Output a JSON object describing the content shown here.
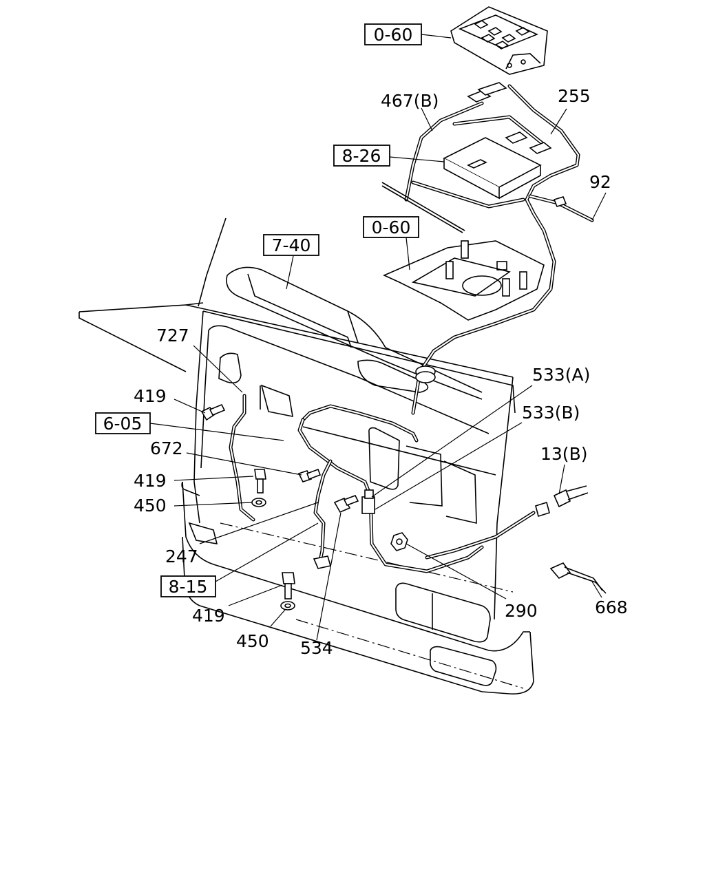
{
  "title": "",
  "ref_boxes": {
    "r1": "0-60",
    "r2": "8-26",
    "r3": "0-60",
    "r4": "7-40",
    "r5": "6-05",
    "r6": "8-15"
  },
  "callouts": {
    "c467b": "467(B)",
    "c255": "255",
    "c92": "92",
    "c727": "727",
    "c419a": "419",
    "c672": "672",
    "c419b": "419",
    "c450a": "450",
    "c247": "247",
    "c419c": "419",
    "c450b": "450",
    "c534": "534",
    "c533a": "533(A)",
    "c533b": "533(B)",
    "c13b": "13(B)",
    "c290": "290",
    "c668": "668"
  }
}
